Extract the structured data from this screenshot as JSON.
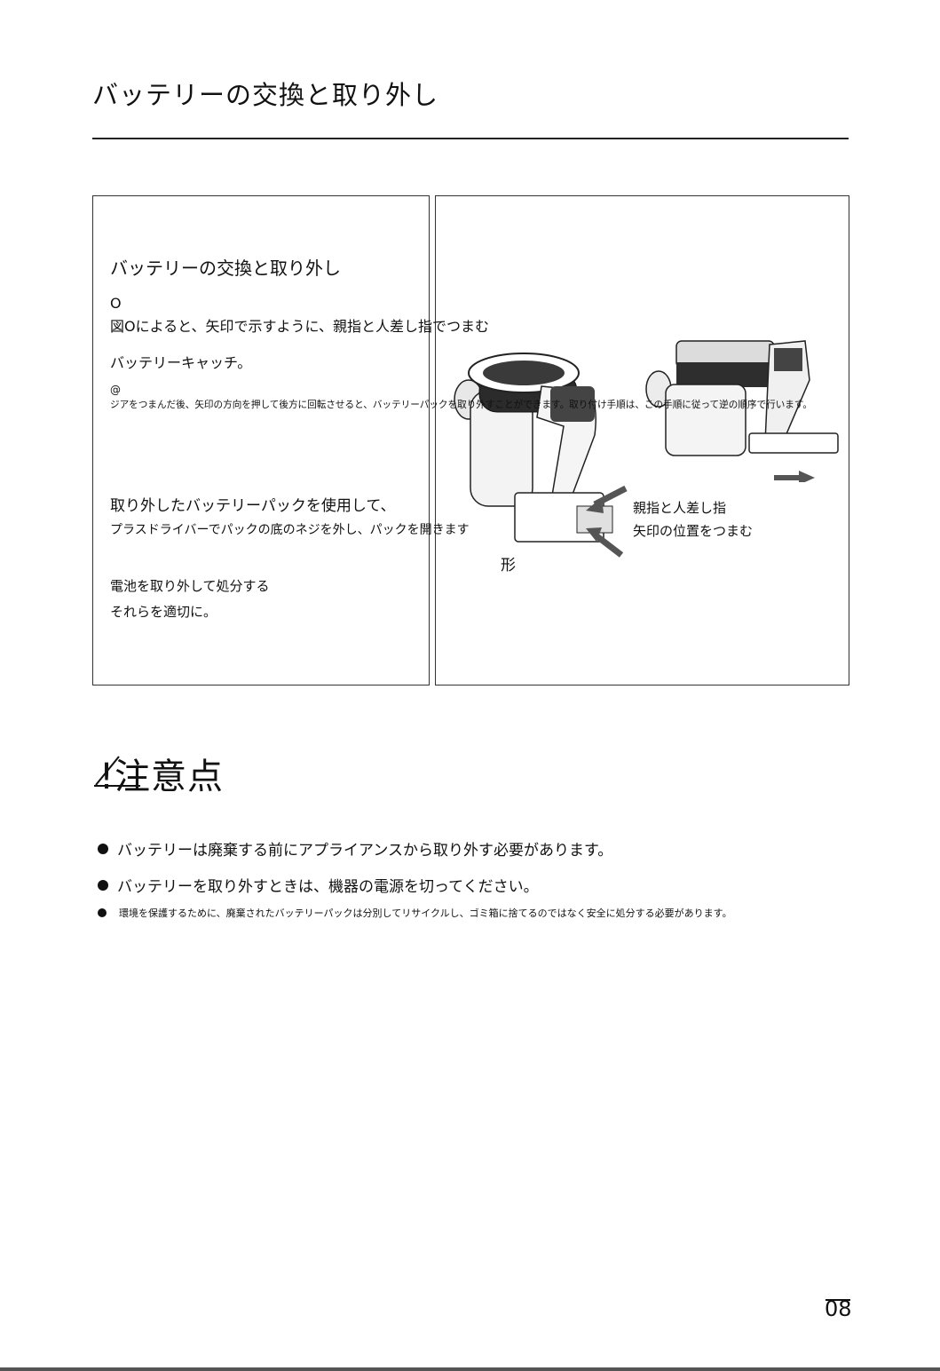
{
  "header": {
    "title": "バッテリーの交換と取り外し"
  },
  "left_panel": {
    "heading": "バッテリーの交換と取り外し",
    "step1_marker": "O",
    "step1_text": "図Oによると、矢印で示すように、親指と人差し指でつまむ",
    "step1_text2": "バッテリーキャッチ。",
    "step2_marker": "@",
    "step2_text": "ジアをつまんだ後、矢印の方向を押して後方に回転させると、バッテリーパックを取り外すことができます。取り付け手順は、この手順に従って逆の順序で行います。",
    "step3_text": "取り外したバッテリーパックを使用して、",
    "step3_sub": "プラスドライバーでパックの底のネジを外し、パックを開きます",
    "step4_text": "電池を取り外して処分する",
    "step4_text2": "それらを適切に。"
  },
  "right_panel": {
    "callout_line1": "親指と人差し指",
    "callout_line2": "矢印の位置をつまむ",
    "figure_label": "形"
  },
  "caution": {
    "title": "!注意点",
    "items": [
      "バッテリーは廃棄する前にアプライアンスから取り外す必要があります。",
      "バッテリーを取り外すときは、機器の電源を切ってください。",
      "環境を保護するために、廃棄されたバッテリーパックは分別してリサイクルし、ゴミ箱に捨てるのではなく安全に処分する必要があります。"
    ]
  },
  "footer": {
    "page_number": "08"
  }
}
